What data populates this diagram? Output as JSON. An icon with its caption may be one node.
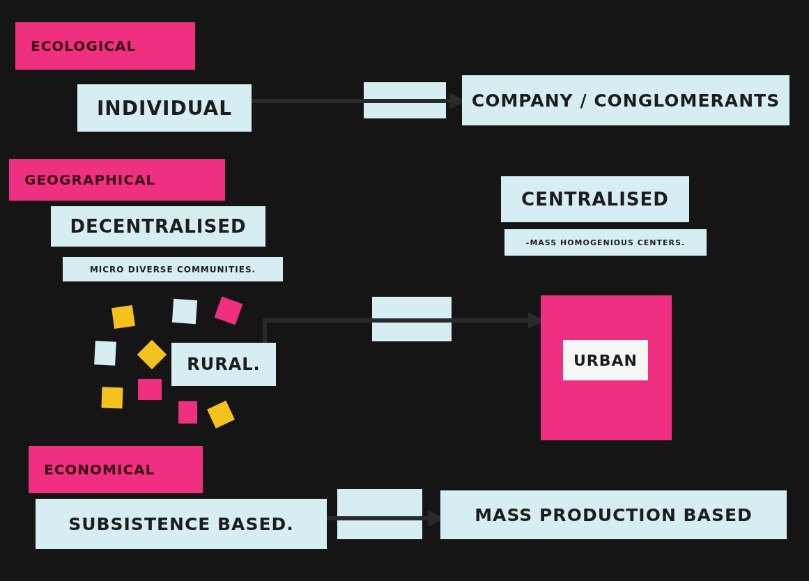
{
  "diagram": {
    "nodes": [
      {
        "text": [
          "ECOLOGICAL"
        ]
      },
      {
        "text": [
          "INDIVIDUAL"
        ]
      },
      {
        "text": [
          "COMPANY / CONGLOMERANTS"
        ]
      },
      {
        "text": [
          "GEOGRAPHICAL"
        ]
      },
      {
        "text": [
          "DECENTRALISED"
        ]
      },
      {
        "text": [
          "MICRO DIVERSE COMMUNITIES."
        ]
      },
      {
        "text": [
          "CENTRALISED"
        ]
      },
      {
        "text": [
          "-MASS HOMOGENIOUS CENTERS."
        ]
      },
      {
        "text": [
          "RURAL."
        ]
      },
      {
        "text": [],
        "shape": "box"
      },
      {
        "text": [
          "URBAN"
        ],
        "in": 9
      },
      {
        "text": [
          "ECONOMICAL"
        ]
      },
      {
        "text": [
          "SUBSISTENCE BASED."
        ]
      },
      {
        "text": [
          "MASS PRODUCTION BASED"
        ]
      }
    ],
    "edges": [
      {
        "from": 1,
        "to": 2,
        "arrow": "to"
      },
      {
        "from": 8,
        "to": 9,
        "arrow": "to"
      },
      {
        "from": 12,
        "to": 13,
        "arrow": "to"
      }
    ]
  }
}
